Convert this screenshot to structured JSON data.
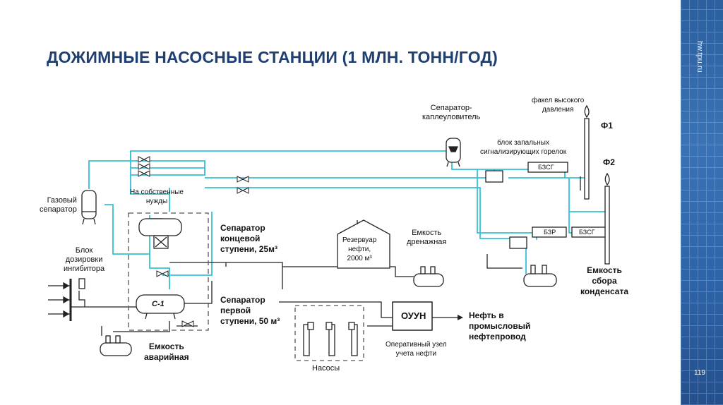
{
  "title": "ДОЖИМНЫЕ НАСОСНЫЕ СТАНЦИИ (1 МЛН. ТОНН/ГОД)",
  "site": "hw.tpu.ru",
  "page_number": "119",
  "colors": {
    "title": "#1f3f72",
    "pipe": "#33c3d6",
    "line": "#222222",
    "bar": "#2d64a8"
  },
  "labels": {
    "flare_hp": [
      "факел высокого",
      "давления"
    ],
    "f1": "Ф1",
    "f2": "Ф2",
    "separator_drop": [
      "Сепаратор-",
      "каплеуловитель"
    ],
    "ignition_block": [
      "блок запальных",
      "сигнализирующих горелок"
    ],
    "bzsg": "БЗСГ",
    "bzr": "БЗР",
    "bzsg2": "БЗСГ",
    "gas_separator": [
      "Газовый",
      "сепаратор"
    ],
    "own_needs": [
      "На собственные",
      "нужды"
    ],
    "sep_final": [
      "Сепаратор",
      "концевой",
      "ступени, 25м³"
    ],
    "reservoir": [
      "Резервуар",
      "нефти,",
      "2000 м³"
    ],
    "drain_tank": [
      "Емкость",
      "дренажная"
    ],
    "inhibitor_block": [
      "Блок",
      "дозировки",
      "ингибитора"
    ],
    "c1": "С-1",
    "sep_first": [
      "Сепаратор",
      "первой",
      "ступени, 50 м³"
    ],
    "ouun": "ОУУН",
    "oil_to": [
      "Нефть в",
      "промысловый",
      "нефтепровод"
    ],
    "metering": [
      "Оперативный узел",
      "учета нефти"
    ],
    "pumps": "Насосы",
    "emergency_tank": [
      "Емкость",
      "аварийная"
    ],
    "condensate_tank": [
      "Емкость",
      "сбора",
      "конденсата"
    ]
  }
}
